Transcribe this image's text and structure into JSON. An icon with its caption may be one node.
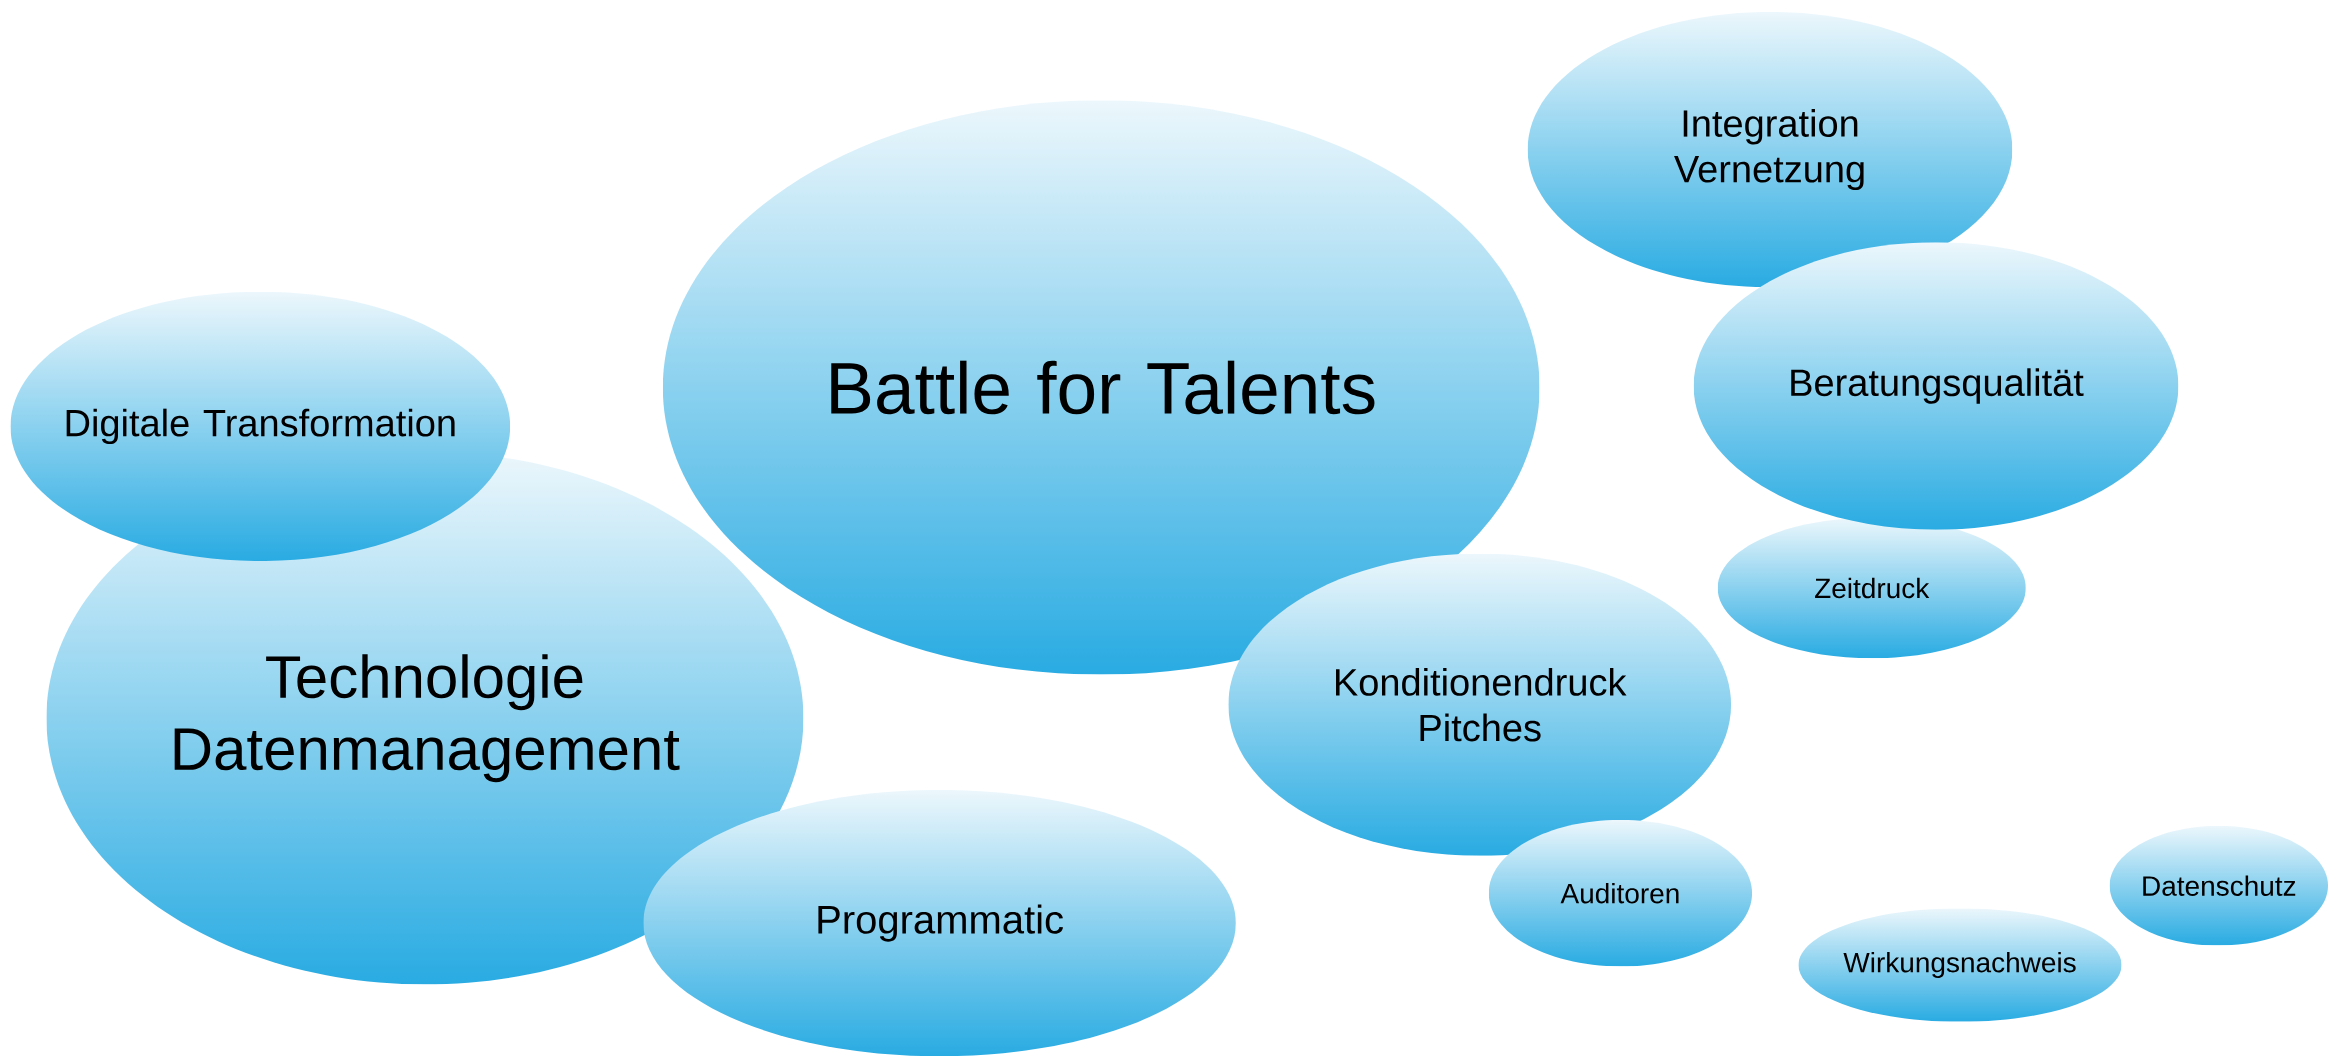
{
  "diagram": {
    "nodes": [
      {
        "text": [
          "Integration Vernetzung"
        ]
      },
      {
        "text": [
          "Battle for Talents"
        ]
      },
      {
        "text": [
          "Digitale Transformation"
        ]
      },
      {
        "text": [
          "Beratungsqualität"
        ]
      },
      {
        "text": [
          "Technologie Datenmanagement"
        ]
      },
      {
        "text": [
          "Zeitdruck"
        ]
      },
      {
        "text": [
          "Konditionendruck Pitches"
        ]
      },
      {
        "text": [
          "Programmatic"
        ]
      },
      {
        "text": [
          "Auditoren"
        ]
      },
      {
        "text": [
          "Datenschutz"
        ]
      },
      {
        "text": [
          "Wirkungsnachweis"
        ]
      }
    ]
  }
}
